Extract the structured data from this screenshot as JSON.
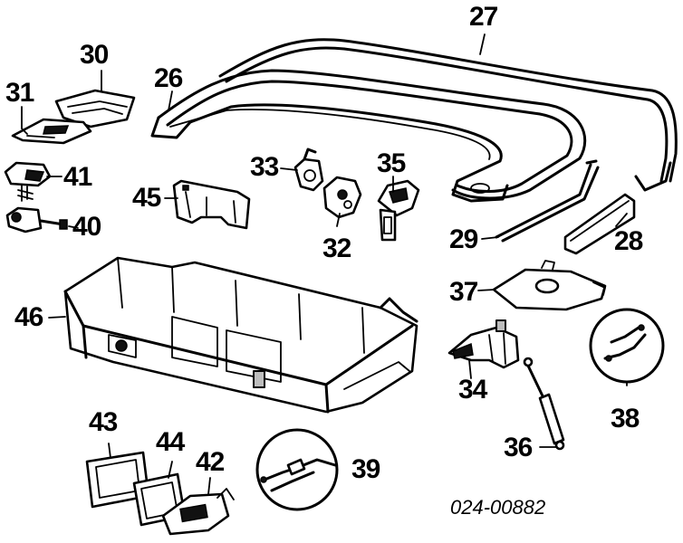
{
  "diagram": {
    "catalog_number": "024-00882",
    "callouts": [
      "27",
      "30",
      "26",
      "31",
      "41",
      "40",
      "45",
      "33",
      "35",
      "32",
      "29",
      "28",
      "37",
      "46",
      "34",
      "38",
      "36",
      "43",
      "44",
      "42",
      "39"
    ],
    "parts": [
      "top-frame-seal",
      "rear-seal-channel",
      "cover-plate",
      "bracket-plate",
      "latch-41",
      "linkage-40",
      "support-bracket-45",
      "catch-33",
      "lock-35",
      "lock-32",
      "side-strip-29",
      "side-strip-28",
      "hinge-plate-37",
      "storage-tray-46",
      "mount-34",
      "cable-38",
      "gas-strut-36",
      "gasket-frame-43",
      "gasket-44",
      "motor-42",
      "cable-39"
    ]
  }
}
